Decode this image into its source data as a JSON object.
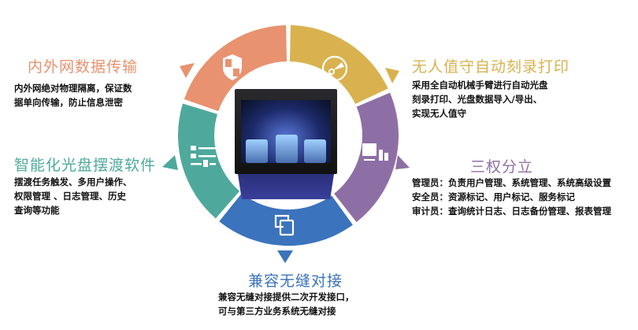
{
  "colors": {
    "orange": "#E8926F",
    "gold": "#D9B24F",
    "purple": "#8E6FA5",
    "blue": "#3B73BC",
    "teal": "#4EA99C"
  },
  "center_image": {
    "subject": "automatic-disc-publisher-machine"
  },
  "segments": [
    {
      "id": "data-transfer",
      "icon": "shield-icon",
      "color": "#E8926F",
      "title": "内外网数据传输",
      "desc": [
        "内外网绝对物理隔离，保证数",
        "据单向传输，防止信息泄密"
      ]
    },
    {
      "id": "auto-burn",
      "icon": "disc-icon",
      "color": "#D9B24F",
      "title": "无人值守自动刻录打印",
      "desc": [
        "采用全自动机械手臂进行自动光盘",
        "刻录打印、光盘数据导入/导出、",
        "实现无人值守"
      ]
    },
    {
      "id": "three-powers",
      "icon": "monitor-chart-icon",
      "color": "#8E6FA5",
      "title": "三权分立",
      "desc": [
        "管理员：负责用户管理、系统管理、系统高级设置",
        "安全员：资源标记、用户标记、服务标记",
        "审计员：查询统计日志、日志备份管理、报表管理"
      ]
    },
    {
      "id": "compatibility",
      "icon": "link-frames-icon",
      "color": "#3B73BC",
      "title": "兼容无缝对接",
      "desc": [
        "兼容无缝对接提供二次开发接口，",
        "可与第三方业务系统无缝对接"
      ]
    },
    {
      "id": "ferry-software",
      "icon": "list-settings-icon",
      "color": "#4EA99C",
      "title": "智能化光盘摆渡软件",
      "desc": [
        "摆渡任务触发、多用户操作、",
        "权限管理 、日志管理、历史",
        "查询等功能"
      ]
    }
  ]
}
